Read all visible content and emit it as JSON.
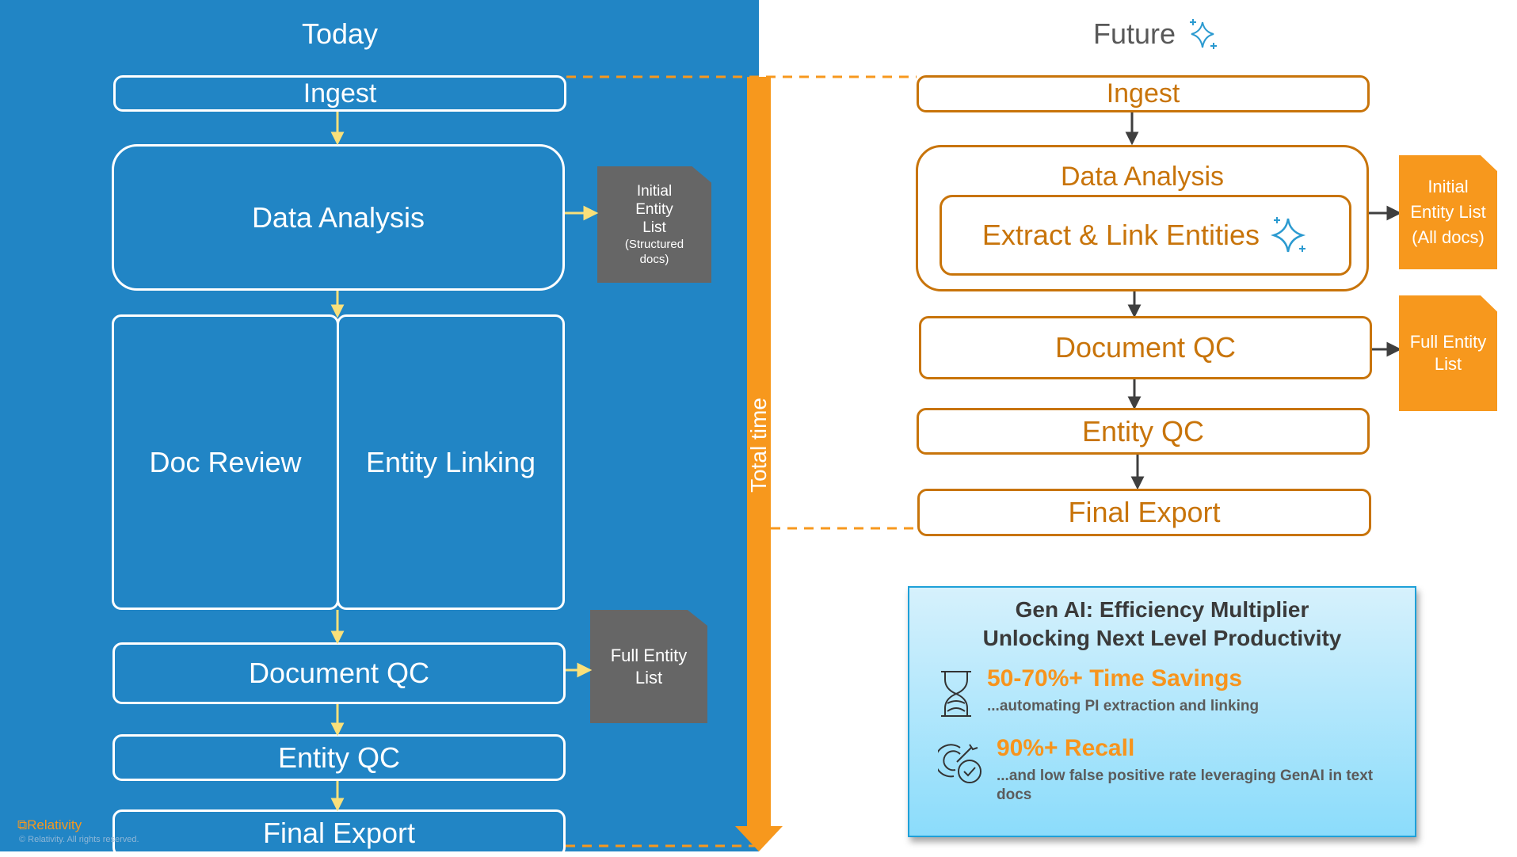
{
  "today": {
    "title": "Today",
    "steps": {
      "ingest": "Ingest",
      "data_analysis": "Data Analysis",
      "doc_review": "Doc Review",
      "entity_linking": "Entity Linking",
      "document_qc": "Document QC",
      "entity_qc": "Entity QC",
      "final_export": "Final Export"
    },
    "outputs": {
      "initial_list": {
        "line1": "Initial",
        "line2": "Entity",
        "line3": "List",
        "line4": "(Structured",
        "line5": "docs)"
      },
      "full_list": {
        "line1": "Full Entity",
        "line2": "List"
      }
    },
    "arrow_color": "#f9e07a",
    "panel_color": "#2185c5"
  },
  "timeline": {
    "label": "Total time",
    "color": "#f7981d"
  },
  "future": {
    "title": "Future",
    "title_icon": "sparkle-icon",
    "steps": {
      "ingest": "Ingest",
      "data_analysis": "Data Analysis",
      "extract_link": "Extract & Link Entities",
      "document_qc": "Document QC",
      "entity_qc": "Entity QC",
      "final_export": "Final Export"
    },
    "outputs": {
      "initial_list": {
        "line1": "Initial",
        "line2": "Entity List",
        "line3": "(All docs)"
      },
      "full_list": {
        "line1": "Full Entity",
        "line2": "List"
      }
    },
    "accent_color": "#c8740a",
    "sparkle_color": "#2b9ad0"
  },
  "info_box": {
    "title_line1": "Gen AI: Efficiency Multiplier",
    "title_line2": "Unlocking Next Level Productivity",
    "stats": [
      {
        "icon": "hourglass-icon",
        "headline": "50-70%+ Time Savings",
        "detail": "...automating PI extraction and linking"
      },
      {
        "icon": "target-check-icon",
        "headline": "90%+ Recall",
        "detail": "...and low false positive rate leveraging GenAI in text docs"
      }
    ]
  },
  "footer": {
    "brand": "Relativity",
    "copyright": "© Relativity. All rights reserved."
  }
}
